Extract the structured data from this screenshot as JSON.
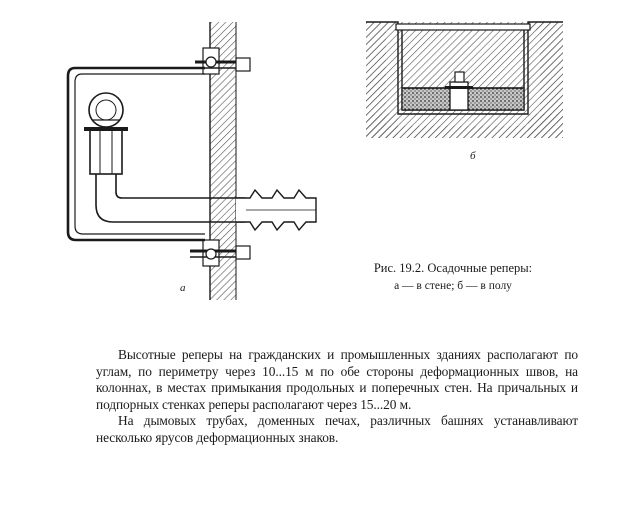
{
  "figure": {
    "label_a": "а",
    "label_b": "б",
    "caption_title": "Рис. 19.2. Осадочные реперы:",
    "caption_parts": "а — в стене; б — в полу"
  },
  "body": {
    "paragraph_1": "Высотные реперы на гражданских и промышленных зданиях располагают по углам, по периметру через 10...15 м по обе стороны деформационных швов, на колоннах, в местах примыкания продольных и поперечных стен. На причальных и подпорных стенках реперы располагают через 15...20 м.",
    "paragraph_2": "На дымовых трубах, доменных печах, различных башнях устанавливают несколько ярусов деформационных знаков."
  },
  "colors": {
    "ink": "#1a1a1a",
    "hatch": "#555555",
    "paper": "#ffffff"
  }
}
